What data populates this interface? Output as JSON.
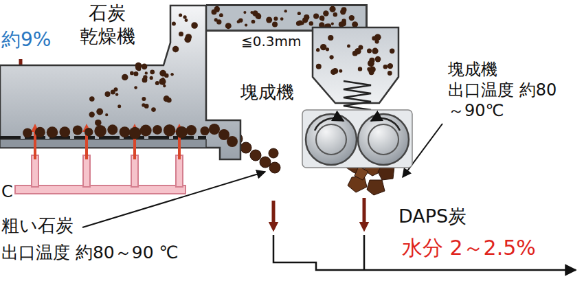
{
  "diagram": {
    "nodes": [
      {
        "text": [
          "石炭 乾燥機"
        ]
      },
      {
        "text": [
          "塊成機"
        ]
      }
    ],
    "edges": [
      {
        "from": 0,
        "to": 1,
        "arrow": "none",
        "label": "≦0.3mm"
      }
    ],
    "labels": [
      "約9%",
      "C",
      "粗い石炭",
      "出口温度 約80～90 ℃",
      "塊成機 出口温度 約80～90℃",
      "DAPS炭",
      "水分 2～2.5%"
    ]
  }
}
